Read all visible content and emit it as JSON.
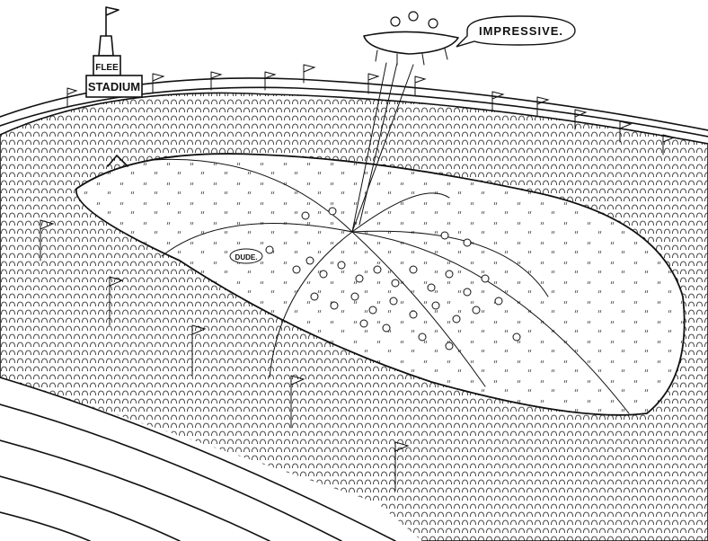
{
  "cartoon": {
    "tower_sign_top": "FLEE",
    "tower_sign_bottom": "STADIUM",
    "speech_bubble": "IMPRESSIVE.",
    "field_speech": "DUDE."
  }
}
